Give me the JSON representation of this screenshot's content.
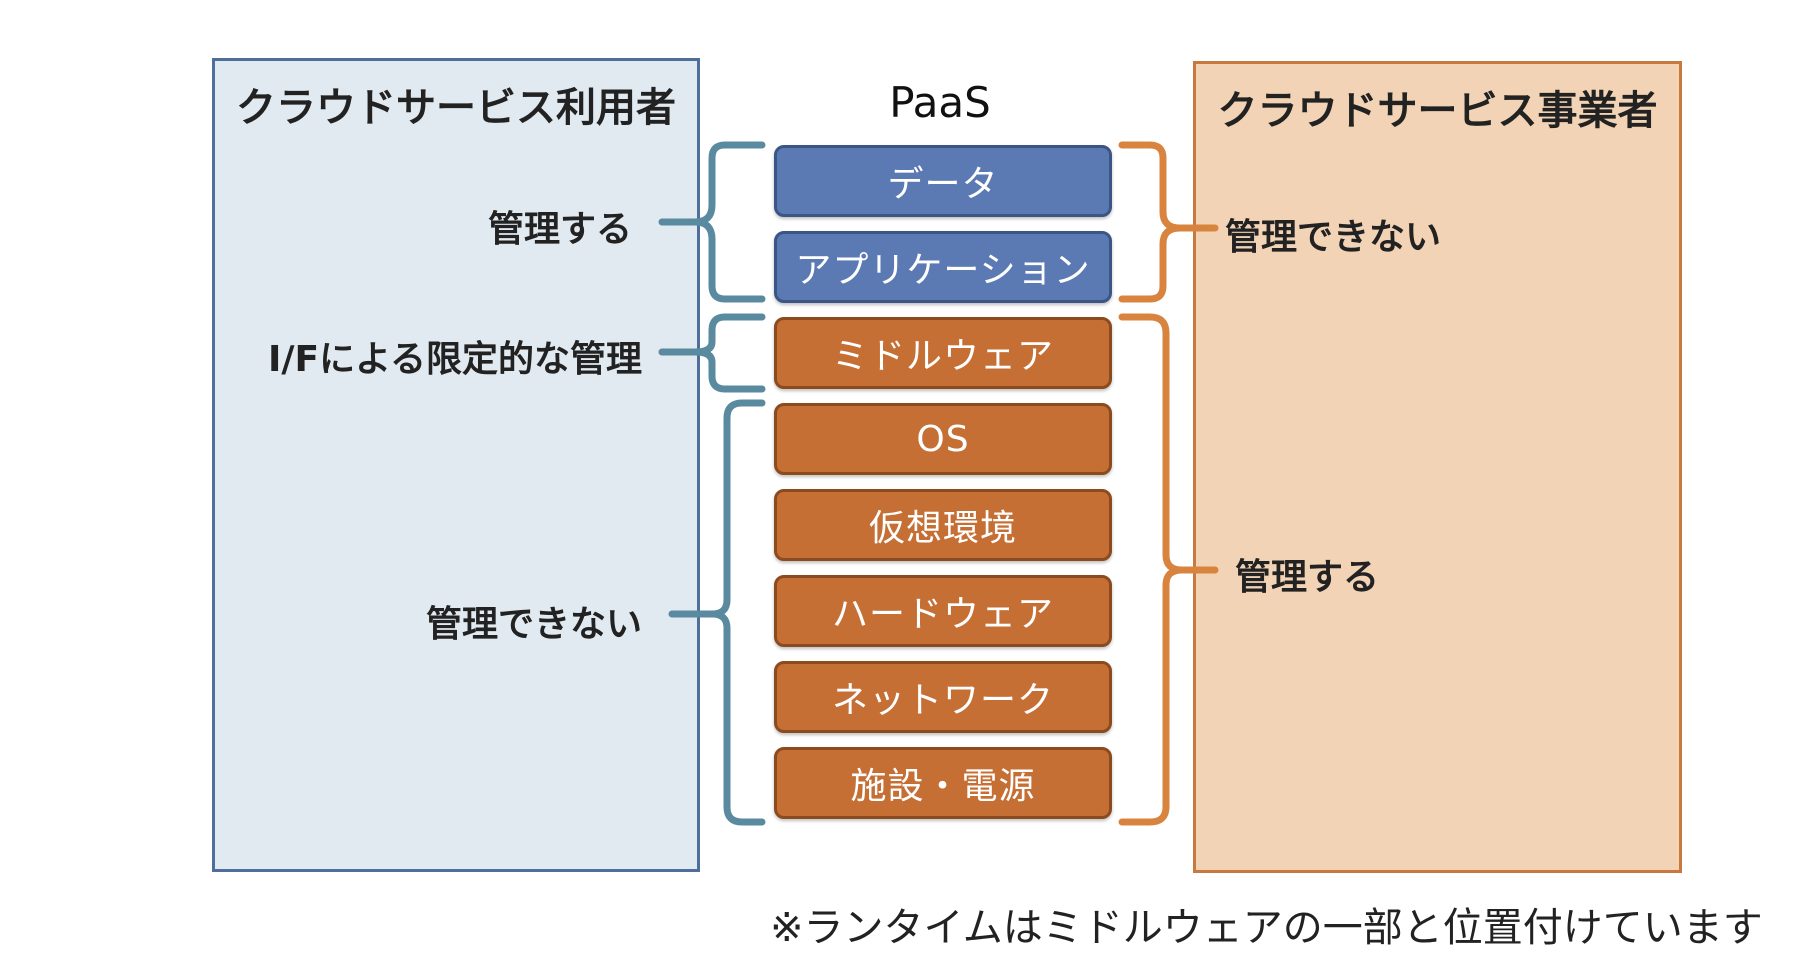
{
  "user_panel": {
    "title": "クラウドサービス利用者"
  },
  "provider_panel": {
    "title": "クラウドサービス事業者"
  },
  "stack": {
    "title": "PaaS",
    "layers": [
      {
        "label": "データ",
        "color": "#5b7ab3"
      },
      {
        "label": "アプリケーション",
        "color": "#5b7ab3"
      },
      {
        "label": "ミドルウェア",
        "color": "#c66f35"
      },
      {
        "label": "OS",
        "color": "#c66f35"
      },
      {
        "label": "仮想環境",
        "color": "#c66f35"
      },
      {
        "label": "ハードウェア",
        "color": "#c66f35"
      },
      {
        "label": "ネットワーク",
        "color": "#c66f35"
      },
      {
        "label": "施設・電源",
        "color": "#c66f35"
      }
    ]
  },
  "user_labels": {
    "manage": "管理する",
    "limited": "I/Fによる限定的な管理",
    "cannot": "管理できない"
  },
  "provider_labels": {
    "cannot": "管理できない",
    "manage": "管理する"
  },
  "note": "※ランタイムはミドルウェアの一部と位置付けています",
  "colors": {
    "user_accent": "#4e6e9c",
    "user_bracket": "#5a8aa0",
    "provider_accent": "#c77a3f",
    "provider_bracket": "#d8843f"
  }
}
